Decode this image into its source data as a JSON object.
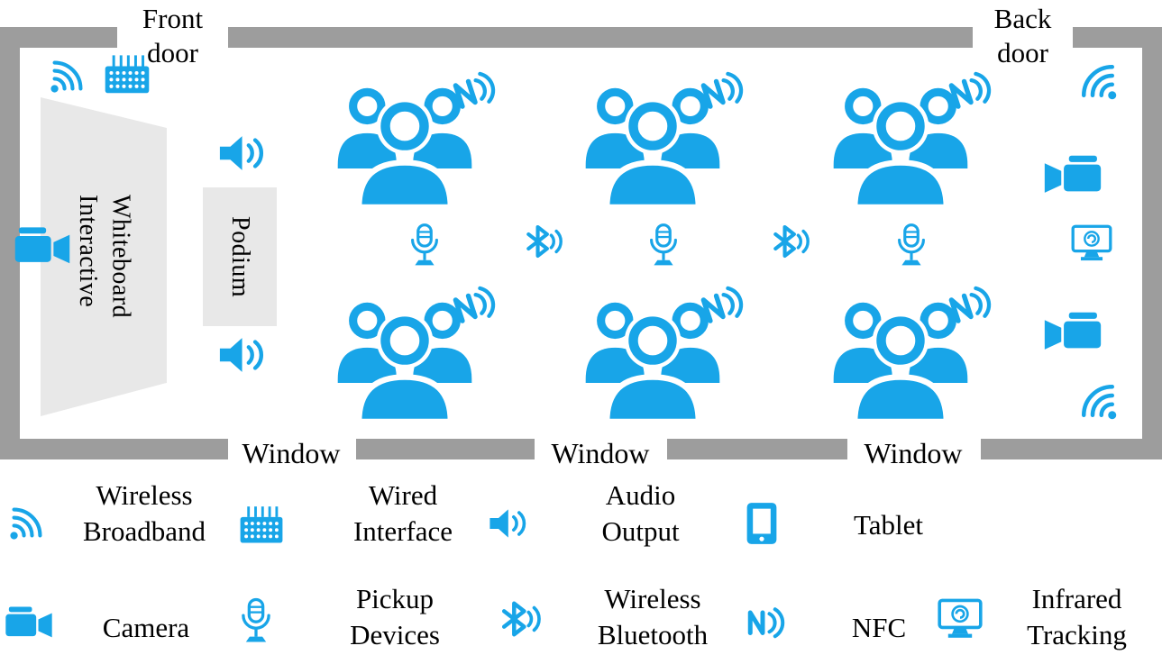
{
  "colors": {
    "accent": "#18a5e8",
    "wall": "#9d9d9d",
    "panel": "#e8e8e8",
    "text": "#000000"
  },
  "room": {
    "front_door": {
      "line1": "Front",
      "line2": "door"
    },
    "back_door": {
      "line1": "Back",
      "line2": "door"
    },
    "windows": [
      "Window",
      "Window",
      "Window"
    ],
    "whiteboard": {
      "line1": "Interactive",
      "line2": "Whiteboard"
    },
    "podium": "Podium"
  },
  "legend": {
    "row1": [
      {
        "icon": "wifi-icon",
        "line1": "Wireless",
        "line2": "Broadband"
      },
      {
        "icon": "wired-interface-icon",
        "line1": "Wired",
        "line2": "Interface"
      },
      {
        "icon": "audio-output-icon",
        "line1": "Audio",
        "line2": "Output"
      },
      {
        "icon": "tablet-icon",
        "line1": "Tablet",
        "line2": ""
      }
    ],
    "row2": [
      {
        "icon": "camera-icon",
        "line1": "Camera",
        "line2": ""
      },
      {
        "icon": "pickup-devices-icon",
        "line1": "Pickup",
        "line2": "Devices"
      },
      {
        "icon": "bluetooth-icon",
        "line1": "Wireless",
        "line2": "Bluetooth"
      },
      {
        "icon": "nfc-icon",
        "line1": "NFC",
        "line2": ""
      },
      {
        "icon": "infrared-tracking-icon",
        "line1": "Infrared",
        "line2": "Tracking"
      }
    ]
  }
}
